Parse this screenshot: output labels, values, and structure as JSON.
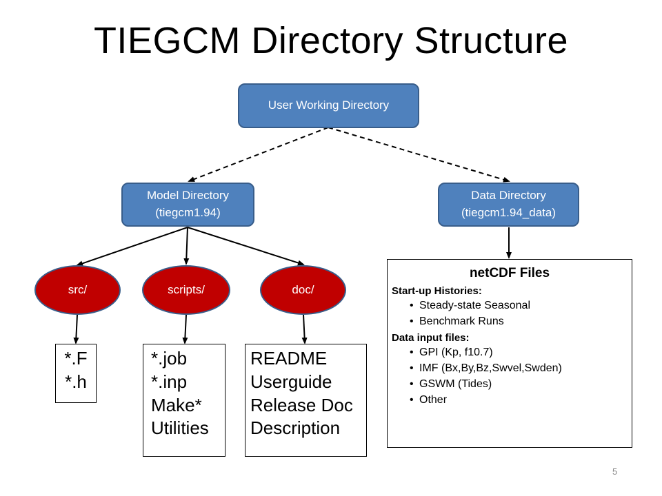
{
  "title": "TIEGCM Directory Structure",
  "nodes": {
    "user": "User Working Directory",
    "model": {
      "line1": "Model Directory",
      "line2": "(tiegcm1.94)"
    },
    "data": {
      "line1": "Data Directory",
      "line2": "(tiegcm1.94_data)"
    },
    "src": "src/",
    "scripts": "scripts/",
    "doc": "doc/"
  },
  "files": {
    "src": [
      "*.F",
      "*.h"
    ],
    "scripts": [
      "*.job",
      "*.inp",
      "Make*",
      "Utilities"
    ],
    "doc": [
      "README",
      "Userguide",
      "Release Doc",
      "Description"
    ]
  },
  "netcdf": {
    "title": "netCDF Files",
    "startup_heading": "Start-up Histories:",
    "startup_items": [
      "Steady-state Seasonal",
      "Benchmark Runs"
    ],
    "input_heading": "Data input files:",
    "input_items": [
      "GPI (Kp, f10.7)",
      "IMF (Bx,By,Bz,Swvel,Swden)",
      "GSWM (Tides)",
      "Other"
    ]
  },
  "colors": {
    "box_fill": "#4f81bd",
    "box_border": "#385d8a",
    "ellipse_fill": "#c00000",
    "text_light": "#ffffff",
    "page_number": "#8a8a8a"
  },
  "page_number": "5"
}
